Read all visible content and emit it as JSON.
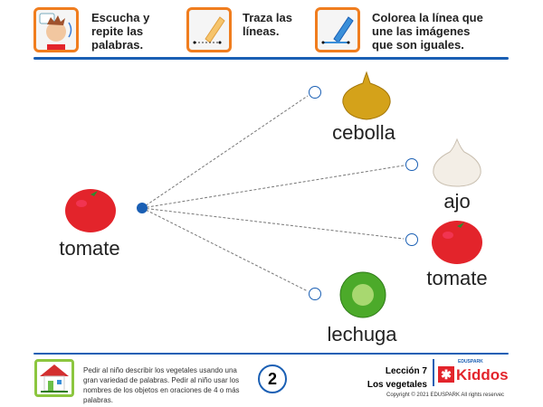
{
  "instructions": [
    {
      "icon": "listening-boy-icon",
      "text": "Escucha y repite las palabras."
    },
    {
      "icon": "pencil-trace-icon",
      "text": "Traza las líneas."
    },
    {
      "icon": "blue-crayon-icon",
      "text": "Colorea la línea que une las imágenes que son iguales."
    }
  ],
  "exercise": {
    "source": {
      "label": "tomate",
      "image": "tomato-icon"
    },
    "targets": [
      {
        "label": "cebolla",
        "image": "onion-icon"
      },
      {
        "label": "ajo",
        "image": "garlic-icon"
      },
      {
        "label": "tomate",
        "image": "tomato-icon"
      },
      {
        "label": "lechuga",
        "image": "lettuce-icon"
      }
    ]
  },
  "footer": {
    "note": "Pedir al niño describir los vegetales usando una gran variedad de palabras. Pedir al niño usar los nombres de los objetos en oraciones de 4 o más palabras.",
    "page_number": "2",
    "lesson": "Lección 7",
    "topic": "Los vegetales",
    "brand_small": "EDUSPARK",
    "brand": "Kiddos",
    "copyright": "Copyright © 2021 EDUSPARK All rights reservec"
  },
  "colors": {
    "accent": "#1a5fb4",
    "orange": "#f07d1e",
    "red": "#e3242b"
  }
}
